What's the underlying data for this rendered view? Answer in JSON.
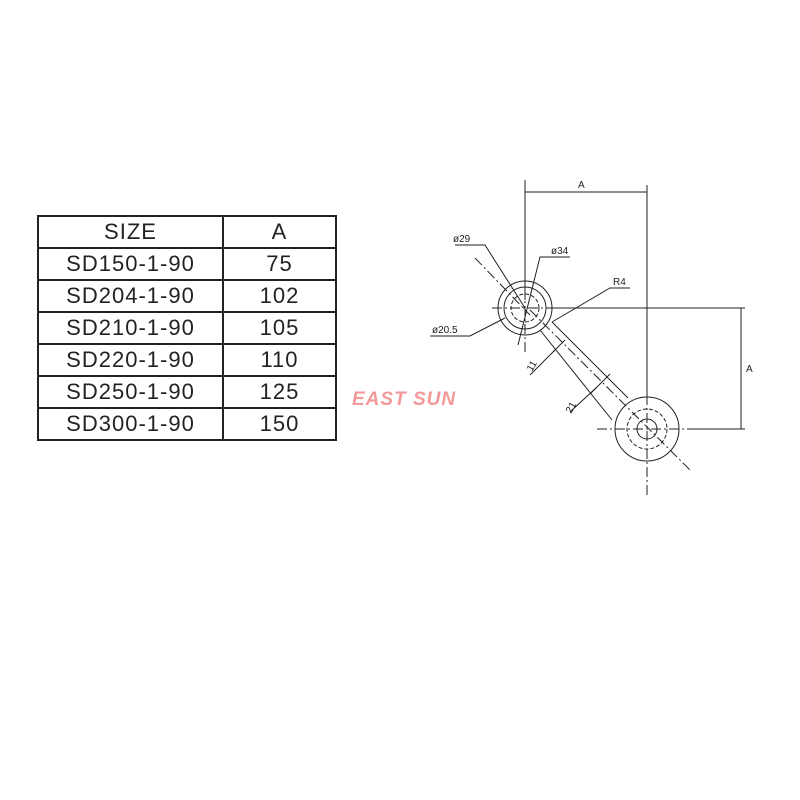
{
  "table": {
    "headers": [
      "SIZE",
      "A"
    ],
    "rows": [
      [
        "SD150-1-90",
        "75"
      ],
      [
        "SD204-1-90",
        "102"
      ],
      [
        "SD210-1-90",
        "105"
      ],
      [
        "SD220-1-90",
        "110"
      ],
      [
        "SD250-1-90",
        "125"
      ],
      [
        "SD300-1-90",
        "150"
      ]
    ]
  },
  "watermark": "EAST SUN",
  "drawing": {
    "dim_a_top": "A",
    "dim_a_right": "A",
    "d29": "ø29",
    "d34": "ø34",
    "r4": "R4",
    "d20_5": "ø20.5",
    "w11": "11",
    "w21": "21"
  }
}
